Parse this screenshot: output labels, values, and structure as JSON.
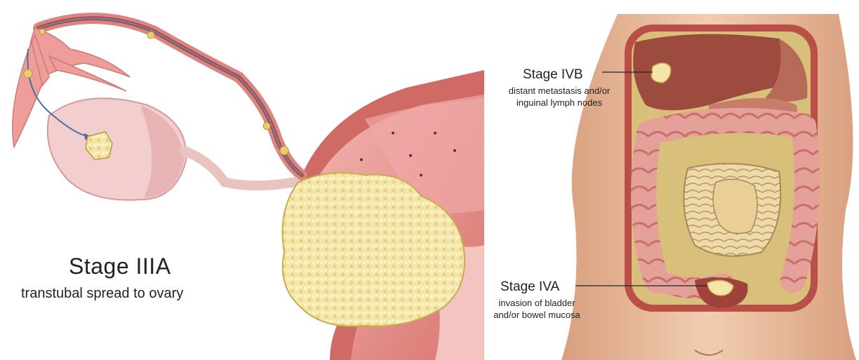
{
  "left_panel": {
    "title": "Stage IIIA",
    "description": "transtubal spread to ovary"
  },
  "right_panel": {
    "stage_ivb": {
      "title": "Stage IVB",
      "description": "distant metastasis and/or inguinal lymph nodes"
    },
    "stage_iva": {
      "title": "Stage IVA",
      "description": "invasion of bladder and/or bowel mucosa"
    }
  },
  "colors": {
    "tissue_pink": "#e8a0a0",
    "tumor_yellow": "#f1e2a0",
    "skin": "#ecc3a3",
    "muscle_red": "#c9605a",
    "arrow_blue": "#4a6fa5"
  }
}
